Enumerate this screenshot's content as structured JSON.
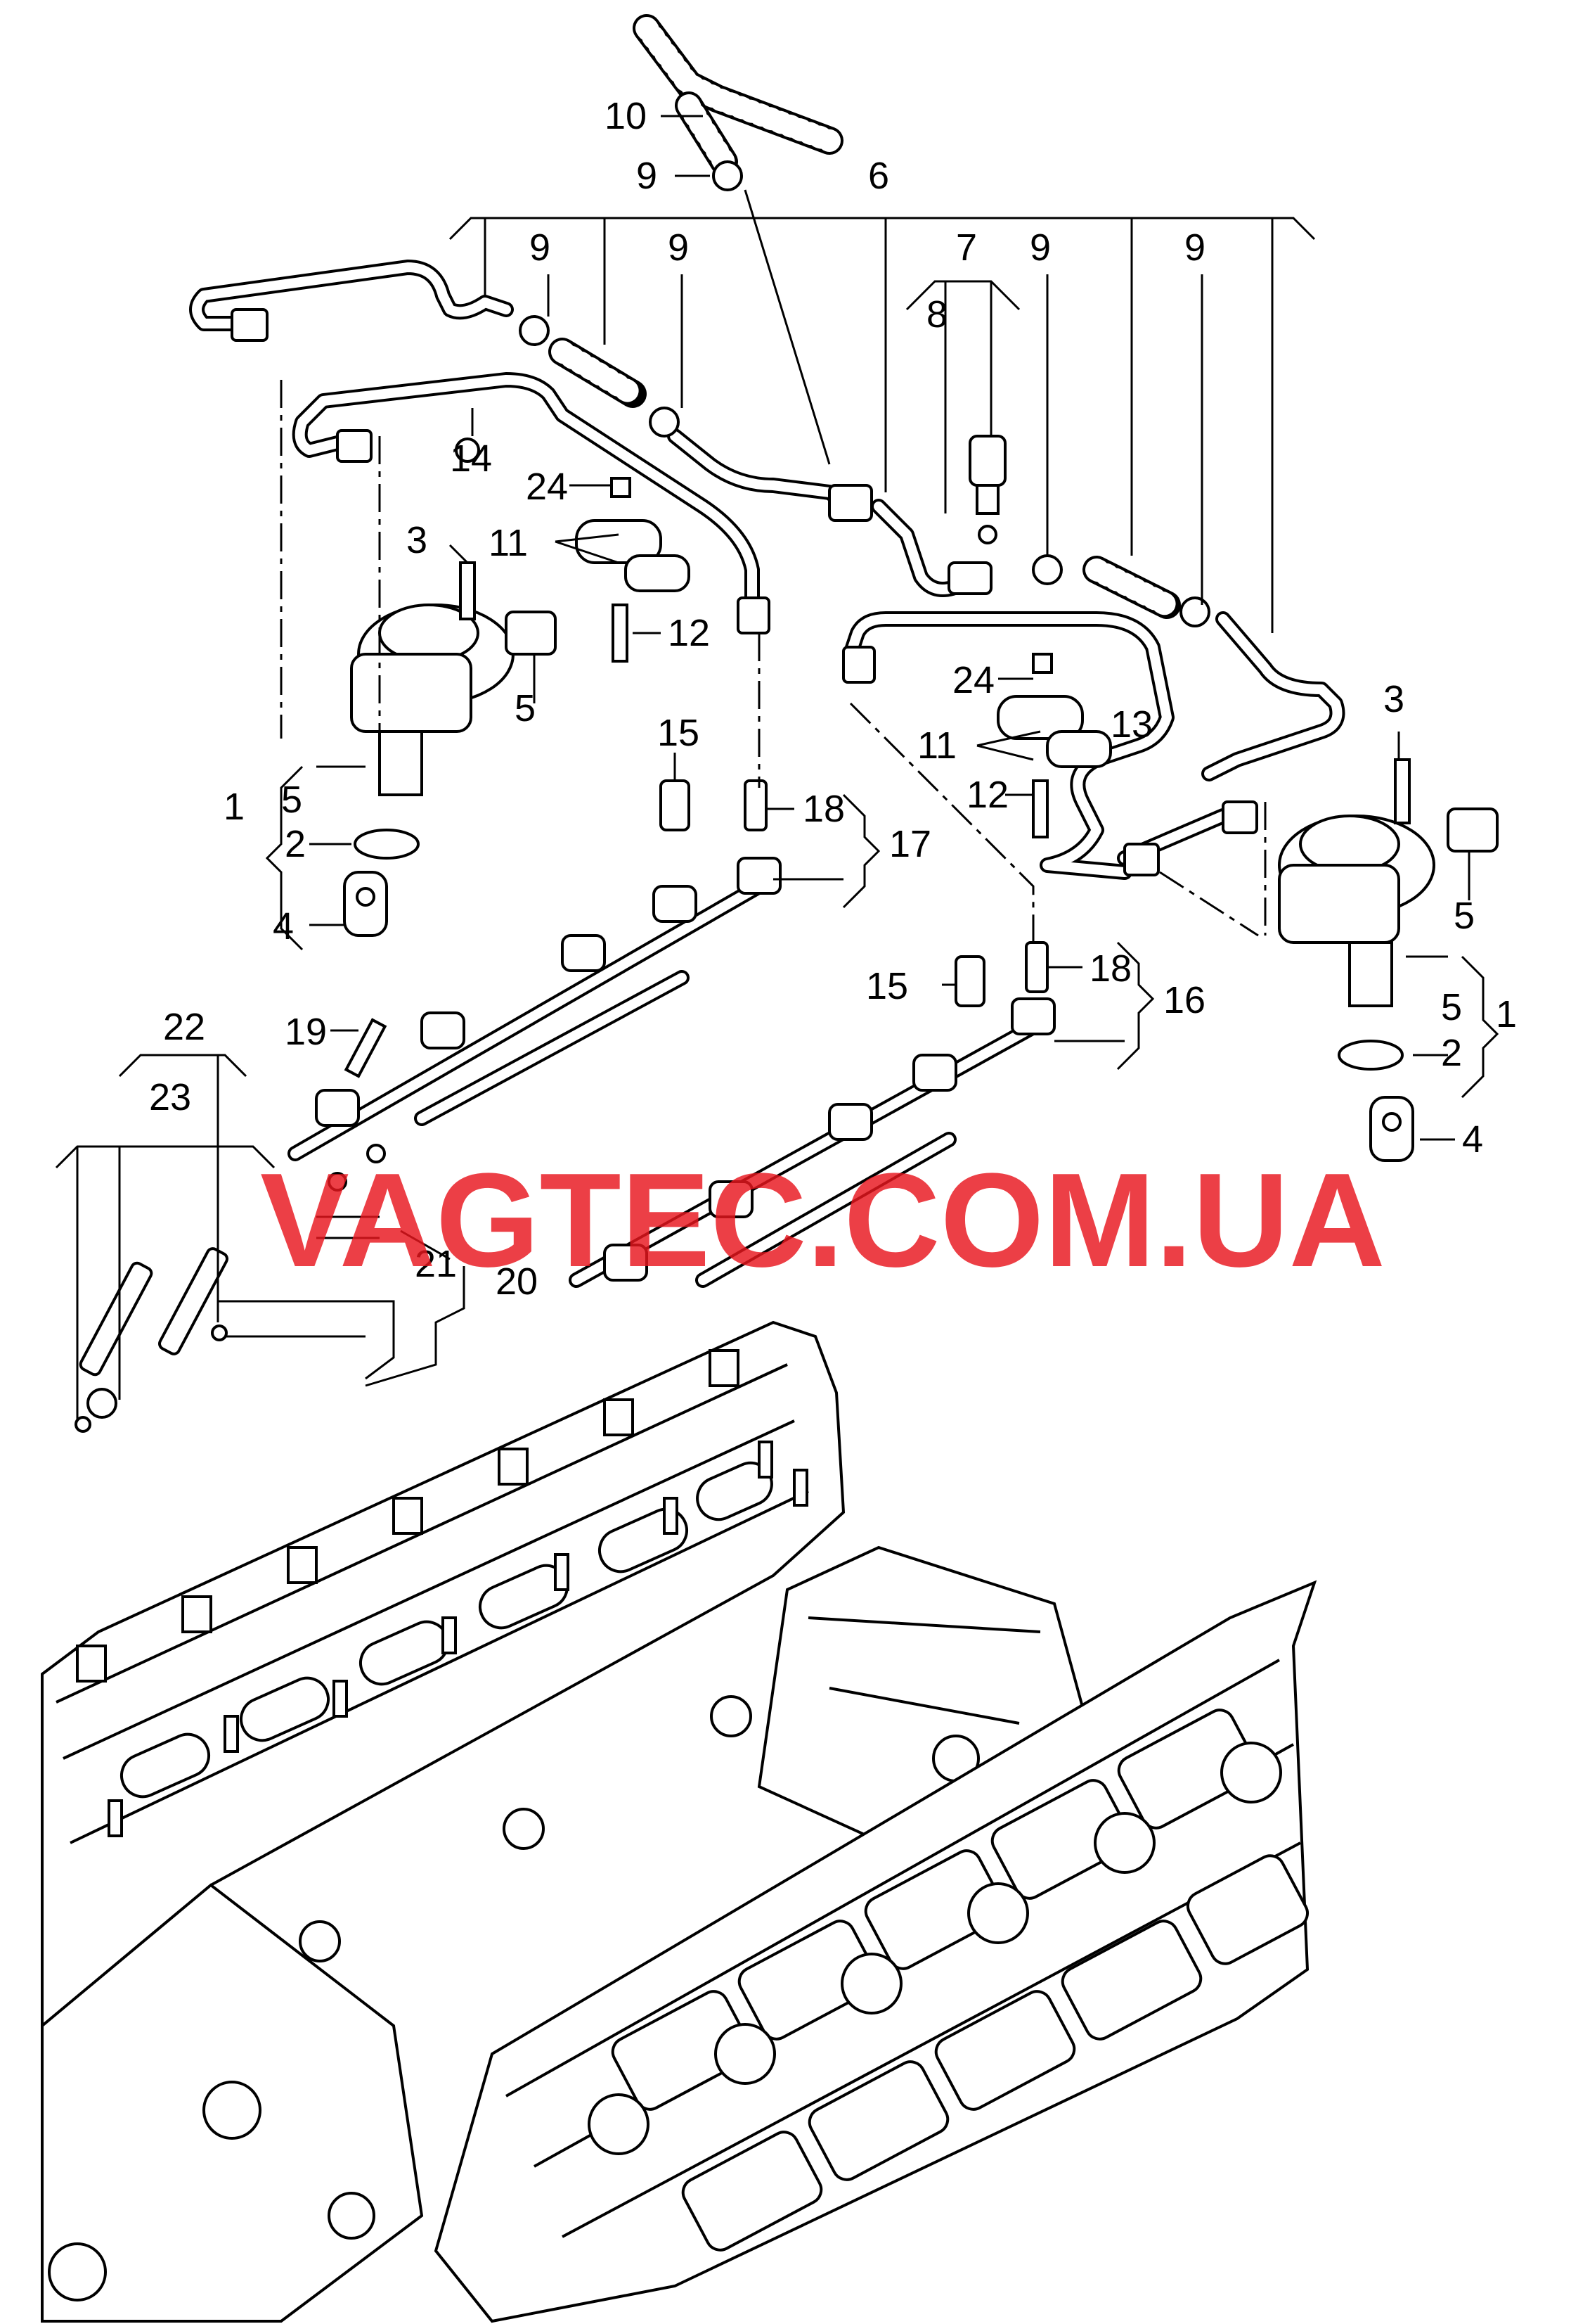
{
  "watermark": "VAGTEC.COM.UA",
  "callouts": [
    "10",
    "9",
    "6",
    "9",
    "9",
    "7",
    "8",
    "9",
    "9",
    "14",
    "24",
    "3",
    "11",
    "12",
    "5",
    "1",
    "5",
    "2",
    "4",
    "15",
    "18",
    "17",
    "13",
    "24",
    "11",
    "12",
    "3",
    "5",
    "15",
    "18",
    "16",
    "5",
    "1",
    "2",
    "4",
    "22",
    "19",
    "23",
    "21",
    "20"
  ],
  "colors": {
    "line": "#000000",
    "background": "#ffffff",
    "watermark": "#e8161e"
  }
}
